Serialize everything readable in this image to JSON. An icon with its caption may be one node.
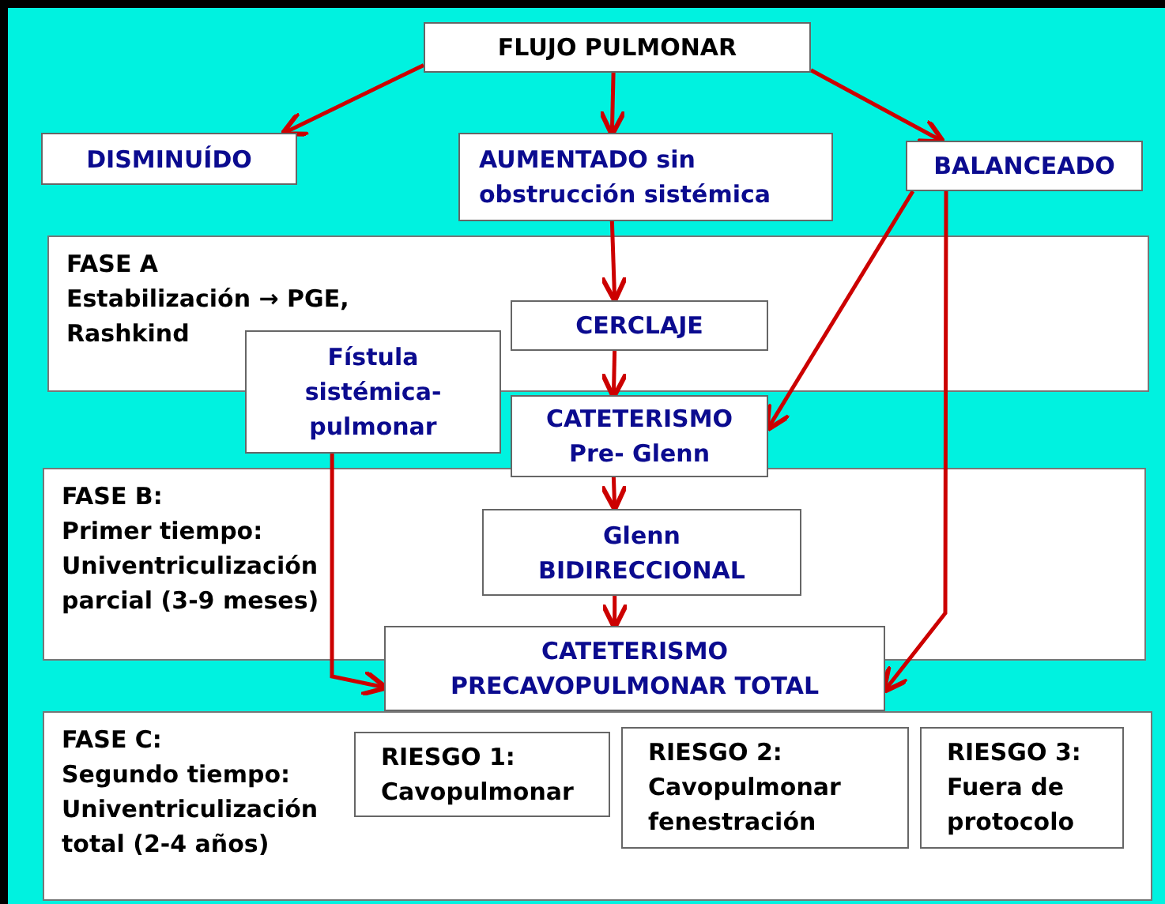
{
  "diagram": {
    "nodes": [
      {
        "text": [
          "FLUJO PULMONAR"
        ]
      },
      {
        "text": [
          "DISMINUÍDO"
        ]
      },
      {
        "text": [
          "AUMENTADO sin obstrucción sistémica"
        ]
      },
      {
        "text": [
          "BALANCEADO"
        ]
      },
      {
        "text": [
          "FASE A",
          "Estabilización → PGE, Rashkind"
        ]
      },
      {
        "text": [
          "CERCLAJE"
        ],
        "in": 4
      },
      {
        "text": [
          "Fístula sistémica-pulmonar"
        ]
      },
      {
        "text": [
          "CATETERISMO Pre- Glenn"
        ]
      },
      {
        "text": [
          "FASE B:",
          "Primer tiempo: Univentriculización parcial (3-9 meses)"
        ]
      },
      {
        "text": [
          "Glenn BIDIRECCIONAL"
        ],
        "in": 8
      },
      {
        "text": [
          "CATETERISMO PRECAVOPULMONAR TOTAL"
        ]
      },
      {
        "text": [
          "FASE C:",
          "Segundo tiempo: Univentriculización total (2-4 años)"
        ]
      },
      {
        "text": [
          "RIESGO 1:",
          "Cavopulmonar"
        ],
        "in": 11
      },
      {
        "text": [
          "RIESGO 2:",
          "Cavopulmonar fenestración"
        ],
        "in": 11
      },
      {
        "text": [
          "RIESGO 3:",
          "Fuera de protocolo"
        ],
        "in": 11
      }
    ],
    "edges": [
      {
        "from": 0,
        "to": 1,
        "arrow": "to"
      },
      {
        "from": 0,
        "to": 2,
        "arrow": "to"
      },
      {
        "from": 0,
        "to": 3,
        "arrow": "to"
      },
      {
        "from": 2,
        "to": 5,
        "arrow": "to"
      },
      {
        "from": 3,
        "to": 7,
        "arrow": "to"
      },
      {
        "from": 3,
        "to": 10,
        "arrow": "to"
      },
      {
        "from": 5,
        "to": 7,
        "arrow": "to"
      },
      {
        "from": 6,
        "to": 10,
        "arrow": "to"
      },
      {
        "from": 7,
        "to": 9,
        "arrow": "to"
      },
      {
        "from": 9,
        "to": 10,
        "arrow": "to"
      }
    ]
  }
}
